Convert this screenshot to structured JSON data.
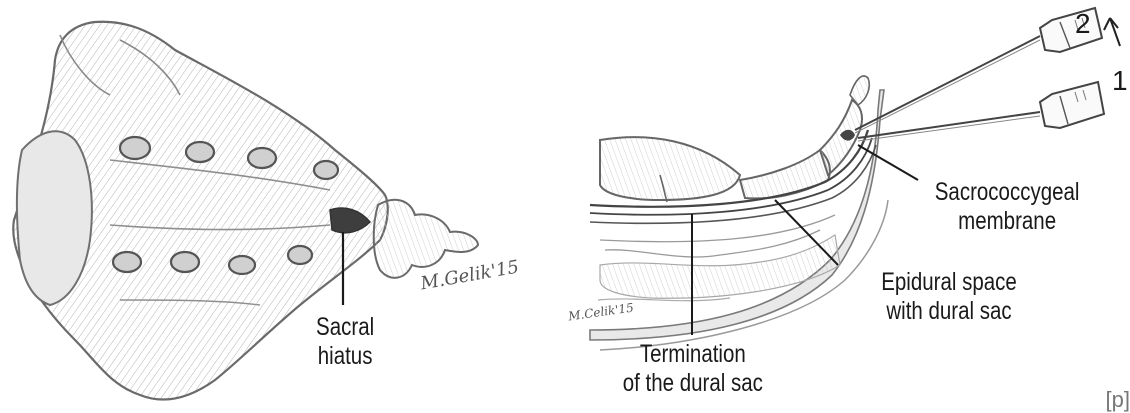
{
  "left_figure": {
    "signature": "M.Gelik'15",
    "label_sacral_hiatus": [
      "Sacral",
      "hiatus"
    ]
  },
  "right_figure": {
    "signature": "M.Celik'15",
    "needle_number_1": "1",
    "needle_number_2": "2",
    "label_sacrococcygeal": [
      "Sacrococcygeal",
      "membrane"
    ],
    "label_epidural": [
      "Epidural space",
      "with dural sac"
    ],
    "label_termination": [
      "Termination",
      "of the dural sac"
    ]
  },
  "corner_text": "[p]"
}
